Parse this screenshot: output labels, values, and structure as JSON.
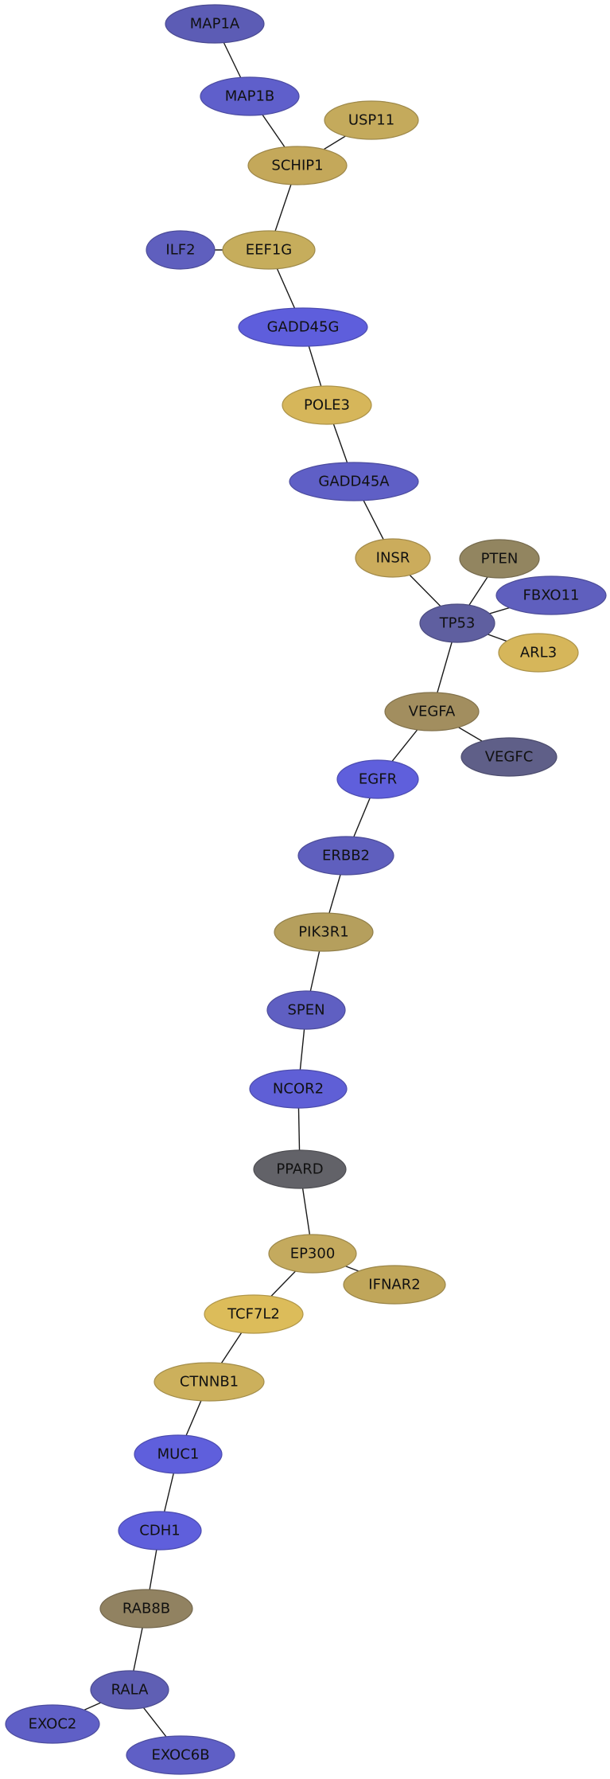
{
  "nodes": [
    {
      "id": "MAP1A",
      "label": "MAP1A",
      "color": "#5c5cb5"
    },
    {
      "id": "MAP1B",
      "label": "MAP1B",
      "color": "#5f5fcb"
    },
    {
      "id": "USP11",
      "label": "USP11",
      "color": "#c4aa5c"
    },
    {
      "id": "SCHIP1",
      "label": "SCHIP1",
      "color": "#c4a85a"
    },
    {
      "id": "ILF2",
      "label": "ILF2",
      "color": "#5f5fbe"
    },
    {
      "id": "EEF1G",
      "label": "EEF1G",
      "color": "#c6ad5c"
    },
    {
      "id": "GADD45G",
      "label": "GADD45G",
      "color": "#5e5edc"
    },
    {
      "id": "POLE3",
      "label": "POLE3",
      "color": "#d6b65a"
    },
    {
      "id": "GADD45A",
      "label": "GADD45A",
      "color": "#5f5fc6"
    },
    {
      "id": "INSR",
      "label": "INSR",
      "color": "#cbac5c"
    },
    {
      "id": "PTEN",
      "label": "PTEN",
      "color": "#928560"
    },
    {
      "id": "FBXO11",
      "label": "FBXO11",
      "color": "#5f5fbe"
    },
    {
      "id": "TP53",
      "label": "TP53",
      "color": "#5f5fa0"
    },
    {
      "id": "ARL3",
      "label": "ARL3",
      "color": "#d6b65a"
    },
    {
      "id": "VEGFA",
      "label": "VEGFA",
      "color": "#a28e5f"
    },
    {
      "id": "VEGFC",
      "label": "VEGFC",
      "color": "#5f5f88"
    },
    {
      "id": "EGFR",
      "label": "EGFR",
      "color": "#5f5fdc"
    },
    {
      "id": "ERBB2",
      "label": "ERBB2",
      "color": "#5f5fbe"
    },
    {
      "id": "PIK3R1",
      "label": "PIK3R1",
      "color": "#b59f5d"
    },
    {
      "id": "SPEN",
      "label": "SPEN",
      "color": "#5f5fc2"
    },
    {
      "id": "NCOR2",
      "label": "NCOR2",
      "color": "#5f5fd6"
    },
    {
      "id": "PPARD",
      "label": "PPARD",
      "color": "#626268"
    },
    {
      "id": "EP300",
      "label": "EP300",
      "color": "#c4aa5e"
    },
    {
      "id": "IFNAR2",
      "label": "IFNAR2",
      "color": "#c0a65a"
    },
    {
      "id": "TCF7L2",
      "label": "TCF7L2",
      "color": "#dcbc5a"
    },
    {
      "id": "CTNNB1",
      "label": "CTNNB1",
      "color": "#ccb05c"
    },
    {
      "id": "MUC1",
      "label": "MUC1",
      "color": "#5f5fdc"
    },
    {
      "id": "CDH1",
      "label": "CDH1",
      "color": "#5f5fdc"
    },
    {
      "id": "RAB8B",
      "label": "RAB8B",
      "color": "#918261"
    },
    {
      "id": "RALA",
      "label": "RALA",
      "color": "#5f5fb4"
    },
    {
      "id": "EXOC2",
      "label": "EXOC2",
      "color": "#5f5fc6"
    },
    {
      "id": "EXOC6B",
      "label": "EXOC6B",
      "color": "#5f5fc6"
    }
  ],
  "edges": [
    [
      "MAP1A",
      "MAP1B"
    ],
    [
      "MAP1B",
      "SCHIP1"
    ],
    [
      "USP11",
      "SCHIP1"
    ],
    [
      "SCHIP1",
      "EEF1G"
    ],
    [
      "ILF2",
      "EEF1G"
    ],
    [
      "EEF1G",
      "GADD45G"
    ],
    [
      "GADD45G",
      "POLE3"
    ],
    [
      "POLE3",
      "GADD45A"
    ],
    [
      "GADD45A",
      "INSR"
    ],
    [
      "INSR",
      "TP53"
    ],
    [
      "PTEN",
      "TP53"
    ],
    [
      "FBXO11",
      "TP53"
    ],
    [
      "TP53",
      "ARL3"
    ],
    [
      "TP53",
      "VEGFA"
    ],
    [
      "VEGFA",
      "VEGFC"
    ],
    [
      "VEGFA",
      "EGFR"
    ],
    [
      "EGFR",
      "ERBB2"
    ],
    [
      "ERBB2",
      "PIK3R1"
    ],
    [
      "PIK3R1",
      "SPEN"
    ],
    [
      "SPEN",
      "NCOR2"
    ],
    [
      "NCOR2",
      "PPARD"
    ],
    [
      "PPARD",
      "EP300"
    ],
    [
      "EP300",
      "IFNAR2"
    ],
    [
      "EP300",
      "TCF7L2"
    ],
    [
      "TCF7L2",
      "CTNNB1"
    ],
    [
      "CTNNB1",
      "MUC1"
    ],
    [
      "MUC1",
      "CDH1"
    ],
    [
      "CDH1",
      "RAB8B"
    ],
    [
      "RAB8B",
      "RALA"
    ],
    [
      "RALA",
      "EXOC2"
    ],
    [
      "RALA",
      "EXOC6B"
    ]
  ]
}
